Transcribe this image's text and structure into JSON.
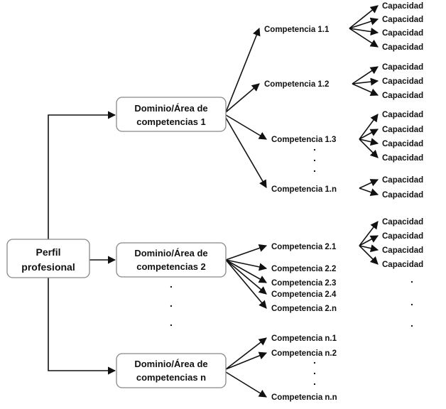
{
  "root": {
    "line1": "Perfil",
    "line2": "profesional"
  },
  "domains": [
    {
      "line1": "Dominio/Área de",
      "line2": "competencias 1"
    },
    {
      "line1": "Dominio/Área de",
      "line2": "competencias 2"
    },
    {
      "line1": "Dominio/Área de",
      "line2": "competencias n"
    }
  ],
  "competencias": {
    "d1": [
      "Competencia 1.1",
      "Competencia 1.2",
      "Competencia 1.3",
      "Competencia 1.n"
    ],
    "d2": [
      "Competencia 2.1",
      "Competencia 2.2",
      "Competencia 2.3",
      "Competencia 2.4",
      "Competencia 2.n"
    ],
    "dn": [
      "Competencia n.1",
      "Competencia n.2",
      "Competencia n.n"
    ]
  },
  "capacidad_label": "Capacidad",
  "ellipsis_dot": "."
}
